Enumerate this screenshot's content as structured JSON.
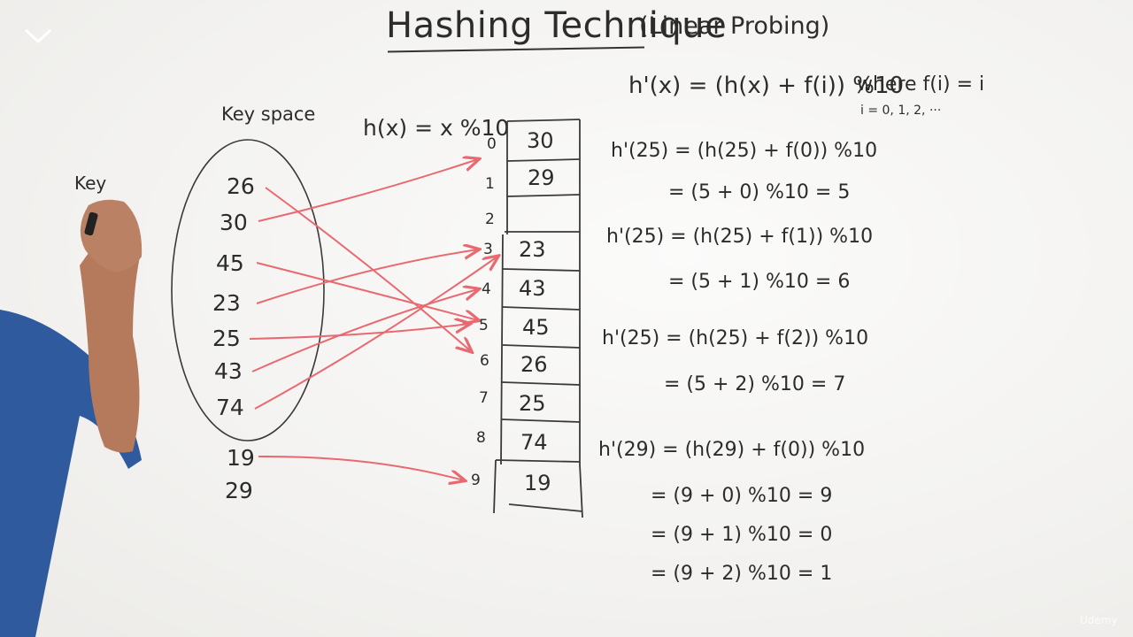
{
  "title": "Hashing Technique",
  "subtitle": "(Linear Probing)",
  "key_space_label": "Key space",
  "key_label": "Key",
  "hash_function": "h(x) = x %10",
  "keys_in_space": [
    "26",
    "30",
    "45",
    "23",
    "25",
    "43",
    "74"
  ],
  "keys_outside": [
    "19",
    "29"
  ],
  "slots": [
    "0",
    "1",
    "2",
    "3",
    "4",
    "5",
    "6",
    "7",
    "8",
    "9"
  ],
  "table_values": [
    "30",
    "29",
    "",
    "23",
    "43",
    "45",
    "26",
    "25",
    "74",
    "19"
  ],
  "probe_formula": "h'(x) = (h(x) + f(i)) %10",
  "where_clause": "where  f(i) = i",
  "i_values": "i = 0, 1, 2, ···",
  "work_25": [
    "h'(25) = (h(25) + f(0)) %10",
    "= (5 + 0) %10 = 5",
    "h'(25) = (h(25) + f(1)) %10",
    "= (5 + 1) %10 = 6",
    "h'(25) = (h(25) + f(2)) %10",
    "= (5  +  2) %10 = 7"
  ],
  "work_29": [
    "h'(29) = (h(29) + f(0)) %10",
    "= (9 + 0) %10 = 9",
    "= (9 + 1) %10 = 0",
    "= (9 + 2) %10 = 1"
  ],
  "watermark": "Udemy",
  "arrow_color": "#e86a70",
  "ink_color": "#2d2d2d"
}
